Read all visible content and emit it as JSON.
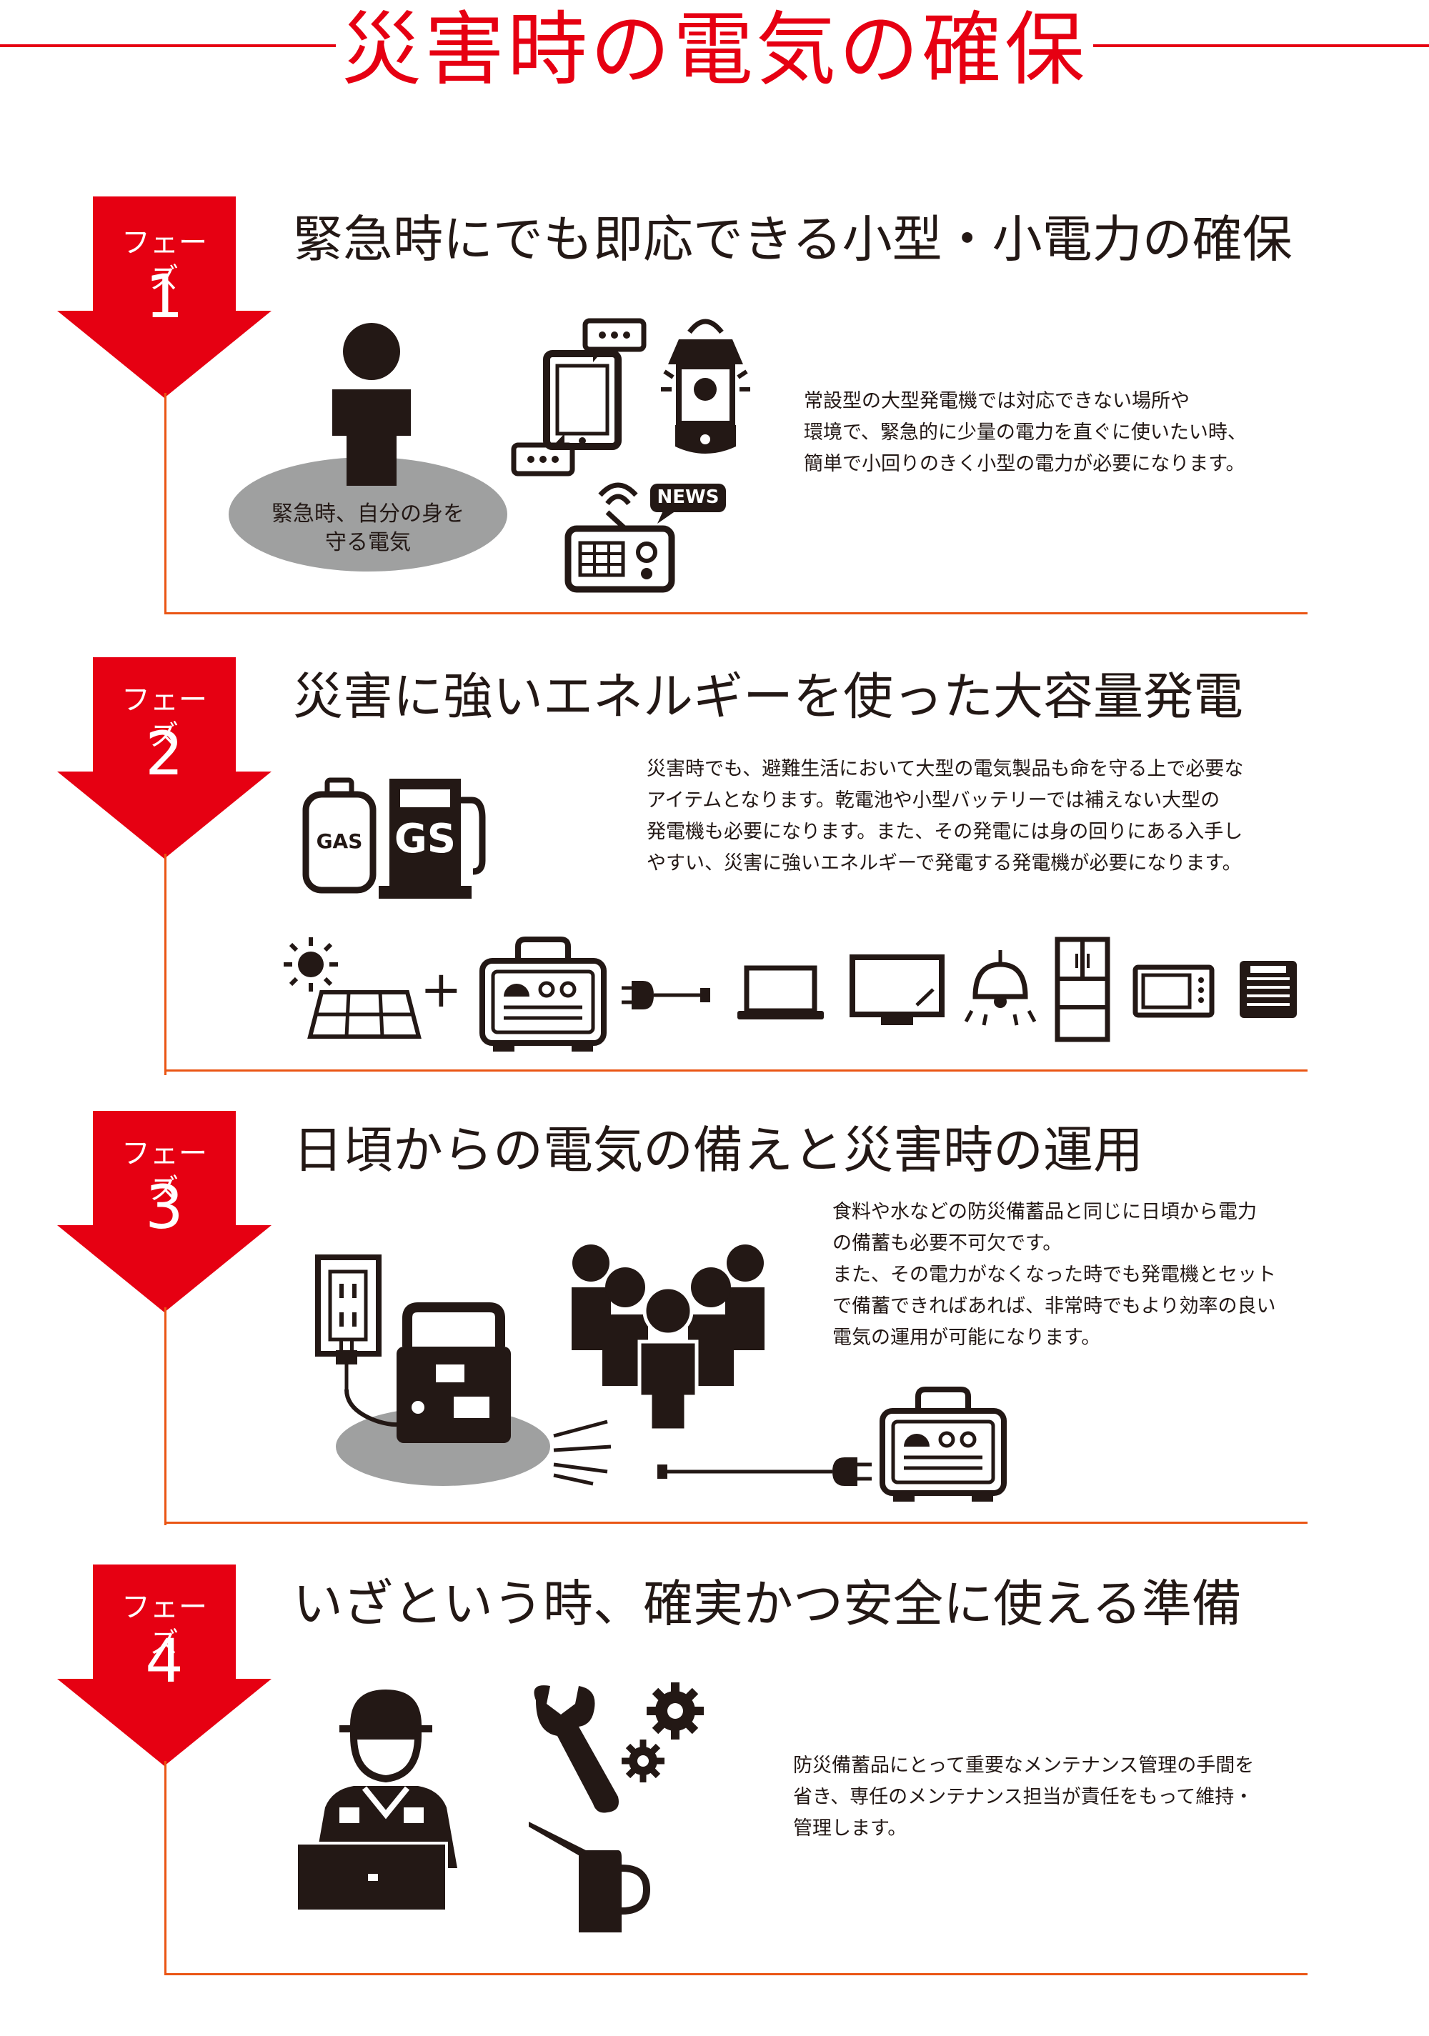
{
  "page": {
    "title": "災害時の電気の確保",
    "colors": {
      "accent_red": "#e60012",
      "line_orange": "#ea5514",
      "icon_dark": "#231815",
      "oval_gray": "#9fa0a0"
    }
  },
  "phases": [
    {
      "label": "フェーズ",
      "number": "1",
      "heading": "緊急時にでも即応できる小型・小電力の確保",
      "description": [
        "常設型の大型発電機では対応できない場所や",
        "環境で、緊急的に少量の電力を直ぐに使いたい時、",
        "簡単で小回りのきく小型の電力が必要になります。"
      ],
      "oval_text": [
        "緊急時、自分の身を",
        "守る電気"
      ],
      "news_badge": "NEWS",
      "icons": [
        "person-icon",
        "smartphone-icon",
        "chat-bubble-icon",
        "lantern-icon",
        "radio-icon"
      ]
    },
    {
      "label": "フェーズ",
      "number": "2",
      "heading": "災害に強いエネルギーを使った大容量発電",
      "description": [
        "災害時でも、避難生活において大型の電気製品も命を守る上で必要な",
        "アイテムとなります。乾電池や小型バッテリーでは補えない大型の",
        "発電機も必要になります。また、その発電には身の回りにある入手し",
        "やすい、災害に強いエネルギーで発電する発電機が必要になります。"
      ],
      "gas_label": "GAS",
      "gs_label": "GS",
      "plus_sign": "+",
      "icons": [
        "gas-cylinder-icon",
        "fuel-pump-icon",
        "sun-icon",
        "solar-panel-icon",
        "generator-icon",
        "plug-icon",
        "laptop-icon",
        "tv-icon",
        "ceiling-lamp-icon",
        "refrigerator-icon",
        "microwave-icon",
        "heater-icon"
      ]
    },
    {
      "label": "フェーズ",
      "number": "3",
      "heading": "日頃からの電気の備えと災害時の運用",
      "description": [
        "食料や水などの防災備蓄品と同じに日頃から電力",
        "の備蓄も必要不可欠です。",
        "また、その電力がなくなった時でも発電機とセット",
        "で備蓄できればあれば、非常時でもより効率の良い",
        "電気の運用が可能になります。"
      ],
      "icons": [
        "wall-outlet-icon",
        "portable-power-station-icon",
        "people-group-icon",
        "generator-icon",
        "plug-icon"
      ]
    },
    {
      "label": "フェーズ",
      "number": "4",
      "heading": "いざという時、確実かつ安全に使える準備",
      "description": [
        "防災備蓄品にとって重要なメンテナンス管理の手間を",
        "省き、専任のメンテナンス担当が責任をもって維持・",
        "管理します。"
      ],
      "icons": [
        "technician-icon",
        "wrench-icon",
        "gear-icon",
        "oil-can-icon"
      ]
    }
  ]
}
